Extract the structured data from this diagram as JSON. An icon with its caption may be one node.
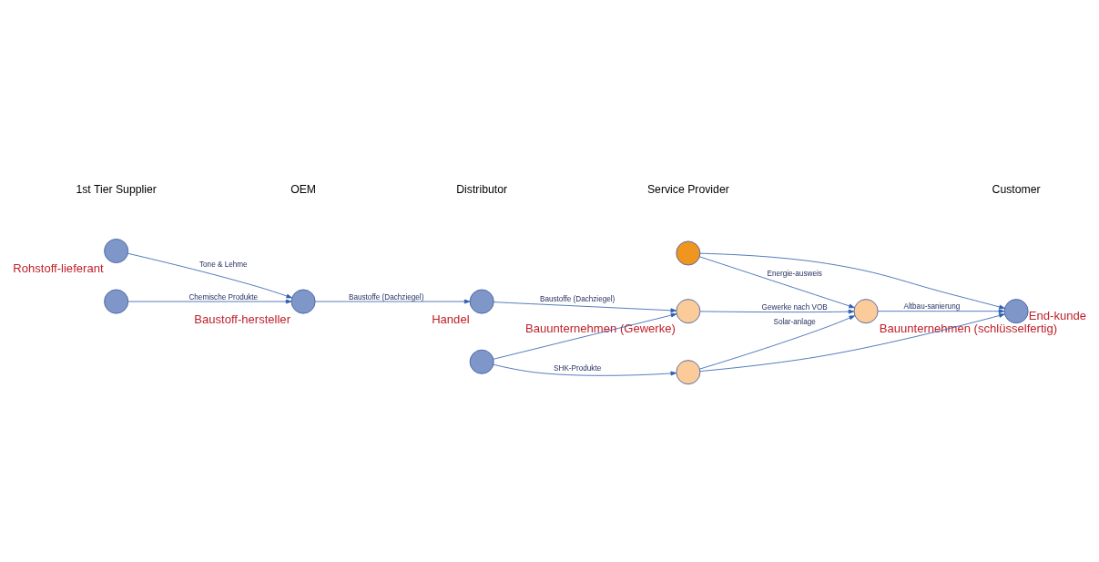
{
  "diagram": {
    "nodes": [
      {
        "text": [],
        "shape": "circle",
        "beside": [
          "Rohstoff-lieferant"
        ]
      },
      {
        "text": [],
        "shape": "circle"
      },
      {
        "text": [],
        "shape": "circle",
        "beside": [
          "Baustoff-hersteller"
        ]
      },
      {
        "text": [],
        "shape": "circle",
        "beside": [
          "Handel"
        ]
      },
      {
        "text": [],
        "shape": "circle"
      },
      {
        "text": [],
        "shape": "circle",
        "beside": [
          "Bauunternehmen (Gewerke)"
        ]
      },
      {
        "text": [],
        "shape": "circle"
      },
      {
        "text": [],
        "shape": "circle"
      },
      {
        "text": [],
        "shape": "circle",
        "beside": [
          "Bauunternehmen (schlüsselfertig)"
        ]
      },
      {
        "text": [],
        "shape": "circle",
        "beside": [
          "End-kunde"
        ]
      }
    ],
    "edges": [
      {
        "from": 0,
        "to": 2,
        "arrow": "to",
        "label": "Tone & Lehme"
      },
      {
        "from": 1,
        "to": 2,
        "arrow": "to",
        "label": "Chemische Produkte"
      },
      {
        "from": 2,
        "to": 3,
        "arrow": "to",
        "label": "Baustoffe (Dachziegel)"
      },
      {
        "from": 3,
        "to": 5,
        "arrow": "to",
        "label": "Baustoffe (Dachziegel)"
      },
      {
        "from": 4,
        "to": 5,
        "arrow": "to"
      },
      {
        "from": 4,
        "to": 6,
        "arrow": "to",
        "label": "SHK-Produkte"
      },
      {
        "from": 5,
        "to": 8,
        "arrow": "to",
        "label": "Gewerke nach VOB"
      },
      {
        "from": 8,
        "to": 9,
        "arrow": "to",
        "label": "Altbau-sanierung"
      },
      {
        "from": 6,
        "to": 8,
        "arrow": "to",
        "label": "Solar-anlage"
      },
      {
        "from": 6,
        "to": 9,
        "arrow": "to"
      },
      {
        "from": 7,
        "to": 8,
        "arrow": "to",
        "label": "Energie-ausweis"
      },
      {
        "from": 7,
        "to": 9,
        "arrow": "to"
      }
    ],
    "labels": [
      "1st Tier Supplier",
      "OEM",
      "Distributor",
      "Service Provider",
      "Customer"
    ]
  }
}
